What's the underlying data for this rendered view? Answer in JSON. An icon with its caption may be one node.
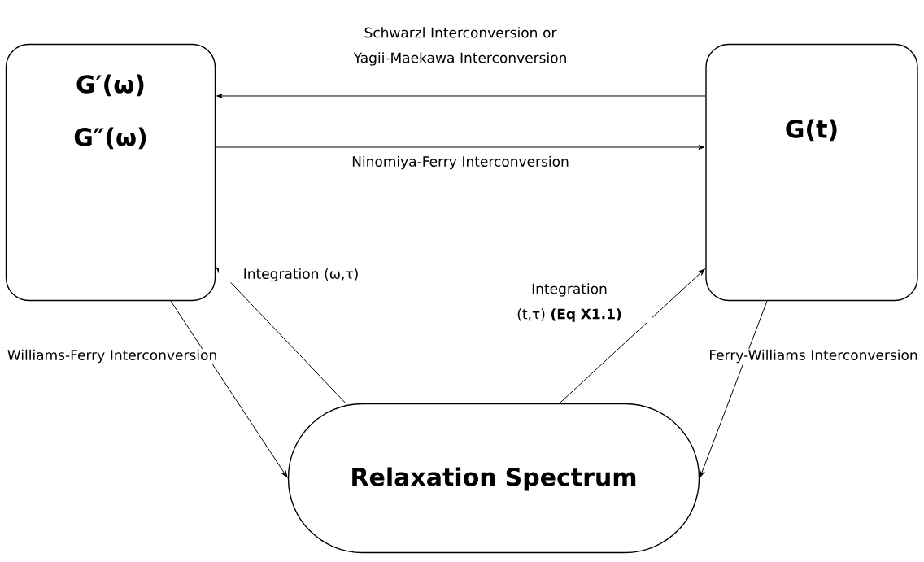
{
  "diagram": {
    "nodes": [
      {
        "text": [
          "G′(ω)",
          "G″(ω)"
        ]
      },
      {
        "text": [
          "G(t)"
        ]
      },
      {
        "text": [
          "Relaxation Spectrum"
        ]
      }
    ],
    "edges": [
      {
        "from": 1,
        "to": 0,
        "arrow": "to",
        "label": "Schwarzl Interconversion or Yagii-Maekawa Interconversion"
      },
      {
        "from": 0,
        "to": 1,
        "arrow": "to",
        "label": "Ninomiya-Ferry Interconversion"
      },
      {
        "from": 0,
        "to": 2,
        "arrow": "to",
        "label": "Williams-Ferry Interconversion"
      },
      {
        "from": 2,
        "to": 0,
        "arrow": "to",
        "label": "Integration (ω,τ)"
      },
      {
        "from": 2,
        "to": 1,
        "arrow": "to",
        "label": "Integration (t,τ) **(Eq X1.1)**"
      },
      {
        "from": 1,
        "to": 2,
        "arrow": "to",
        "label": "Ferry-Williams Interconversion"
      }
    ]
  }
}
